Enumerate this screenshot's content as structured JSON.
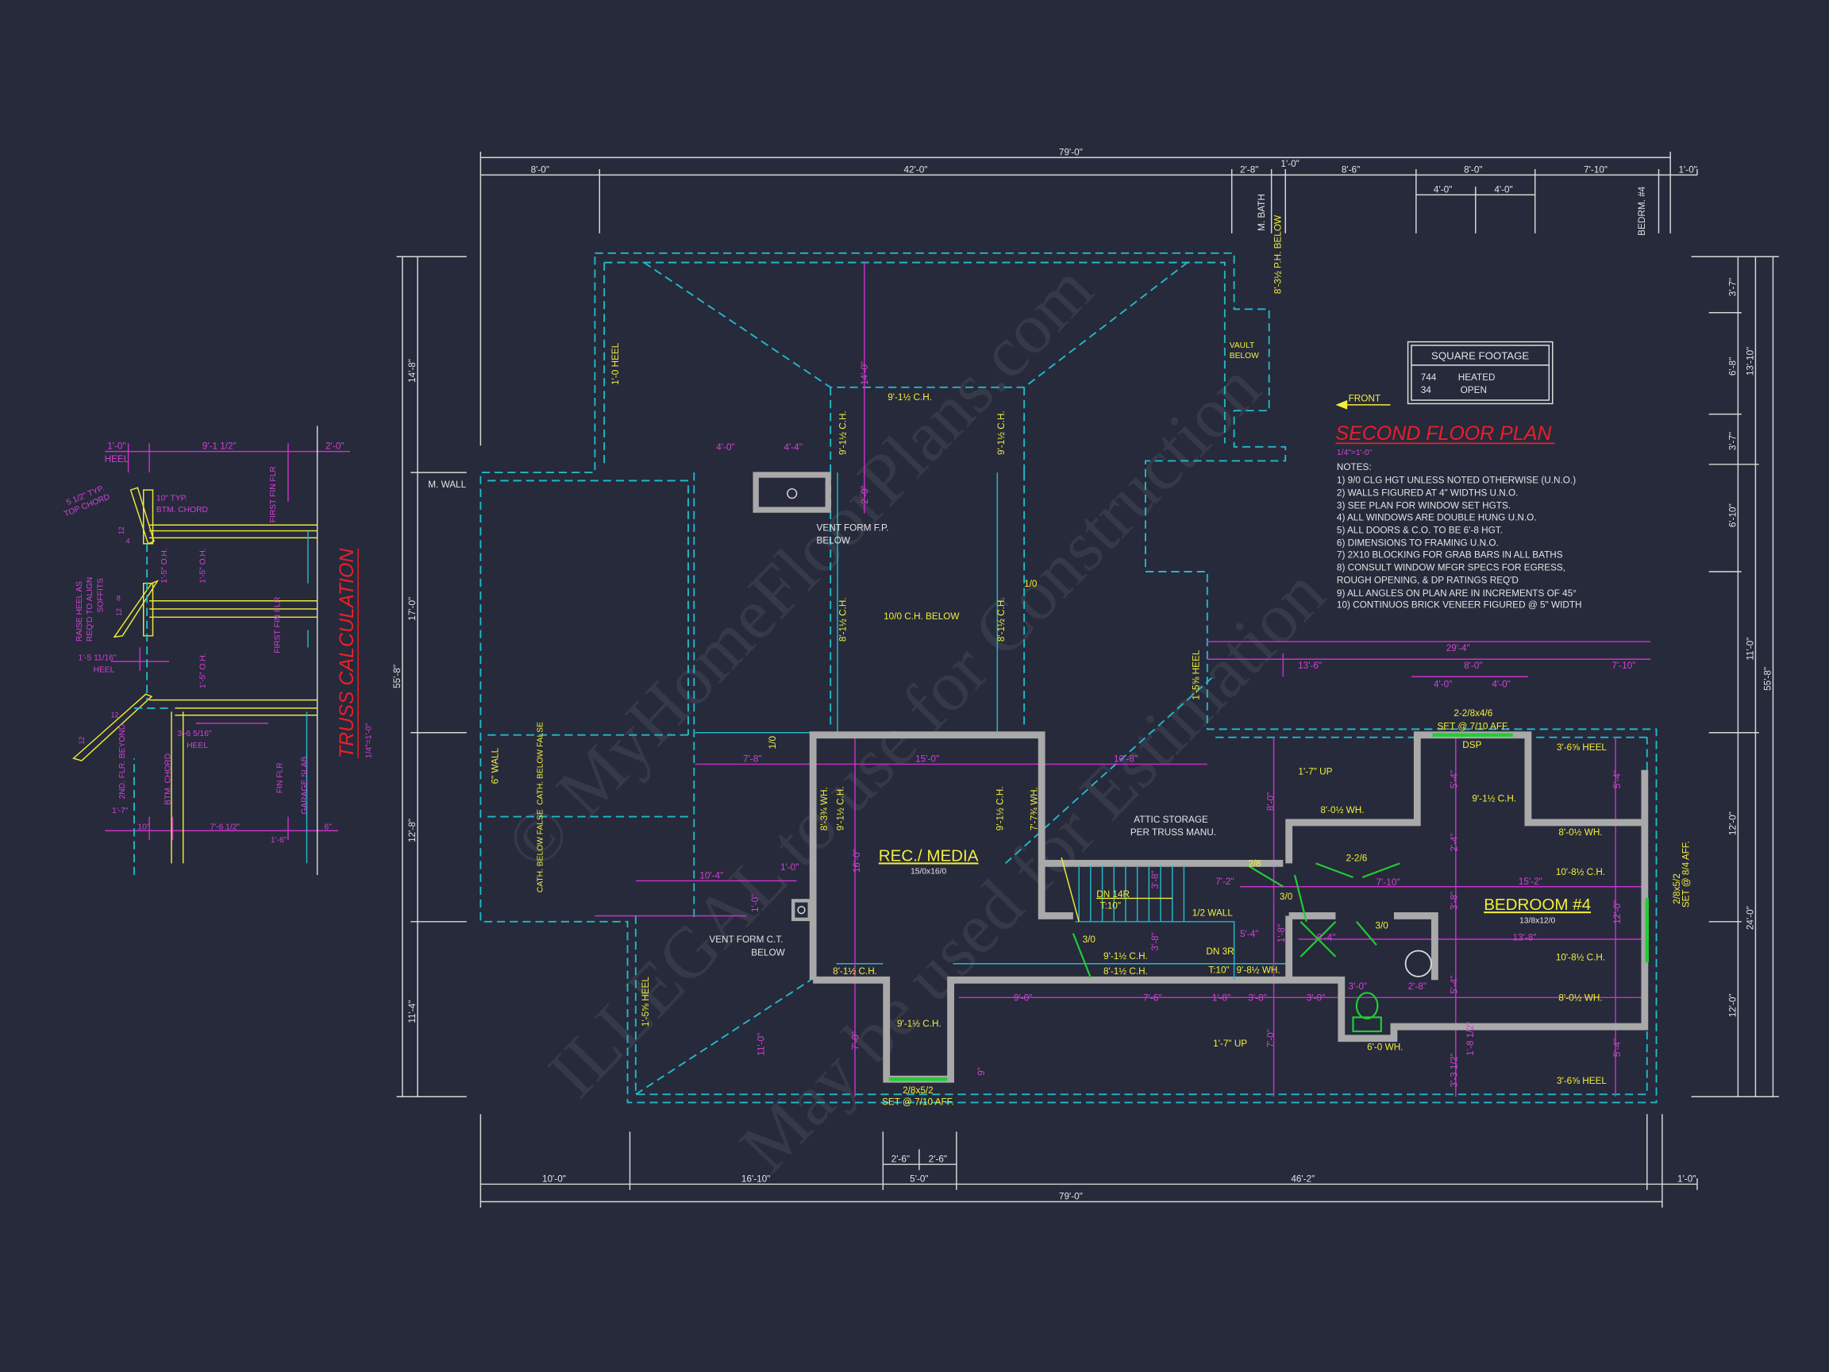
{
  "colors": {
    "background": "#262a3b",
    "roof_lines": "#22b8c8",
    "walls": "#a9a9a9",
    "labels": "#f2ee3c",
    "dimensions": "#d93fd9",
    "title": "#e8202a",
    "windows": "#22cc33"
  },
  "title": {
    "text": "SECOND FLOOR PLAN",
    "scale": "1/4\"=1'-0\""
  },
  "front_label": "FRONT",
  "square_footage": {
    "header": "SQUARE FOOTAGE",
    "rows": [
      {
        "value": "744",
        "label": "HEATED"
      },
      {
        "value": "34",
        "label": "OPEN"
      }
    ]
  },
  "notes": {
    "header": "NOTES:",
    "items": [
      "1)  9/0 CLG HGT UNLESS NOTED OTHERWISE (U.N.O.)",
      "2)  WALLS FIGURED AT 4\" WIDTHS U.N.O.",
      "3)  SEE PLAN FOR WINDOW SET HGTS.",
      "4)  ALL WINDOWS ARE DOUBLE HUNG U.N.O.",
      "5)  ALL DOORS & C.O. TO BE 6'-8 HGT.",
      "6)  DIMENSIONS TO FRAMING U.N.O.",
      "7)  2X10 BLOCKING FOR GRAB BARS IN ALL BATHS",
      "8)  CONSULT WINDOW MFGR SPECS FOR EGRESS,",
      "      ROUGH OPENING, & DP RATINGS REQ'D",
      "9)  ALL ANGLES ON PLAN ARE IN INCREMENTS OF 45°",
      "10) CONTINUOS BRICK VENEER FIGURED @ 5\" WIDTH"
    ]
  },
  "watermark": [
    "© MyHomeFloorPlans.com",
    "ILLEGAL to use for Construction",
    "May be used for Estimation"
  ],
  "dims_top": {
    "overall": "79'-0\"",
    "segments": [
      "8'-0\"",
      "42'-0\"",
      "2'-8\"",
      "1'-0\"",
      "8'-6\"",
      "8'-0\"",
      "7'-10\"",
      "1'-0\""
    ],
    "sub": [
      "4'-0\"",
      "4'-0\""
    ],
    "m_bath": "M. BATH",
    "bedrm4": "BEDRM. #4"
  },
  "dims_bottom": {
    "overall": "79'-0\"",
    "segments": [
      "10'-0\"",
      "16'-10\"",
      "5'-0\"",
      "46'-2\"",
      "1'-0\""
    ],
    "sub": [
      "2'-6\"",
      "2'-6\""
    ]
  },
  "dims_left": {
    "overall": "55'-8\"",
    "segments": [
      "14'-8\"",
      "17'-0\"",
      "12'-8\"",
      "11'-4\""
    ],
    "m_wall": "M. WALL"
  },
  "dims_right": {
    "overall": "55'-8\"",
    "mid": [
      "13'-10\"",
      "11'-0\"",
      "24'-0\""
    ],
    "inner": [
      "3'-7\"",
      "6'-8\"",
      "3'-7\"",
      "6'-10\"",
      "12'-0\"",
      "12'-0\""
    ]
  },
  "rooms": {
    "rec": {
      "name": "REC./ MEDIA",
      "size": "15/0x16/0"
    },
    "bed4": {
      "name": "BEDROOM #4",
      "size": "13/8x12/0"
    }
  },
  "ann": {
    "heel_1_0": "1'-0 HEEL",
    "d14_0": "14'-0\"",
    "ch_top": "9'-1½ C.H.",
    "ch_v1": "9'-1½ C.H.",
    "ch_v2": "9'-1½ C.H.",
    "d4_0": "4'-0\"",
    "d4_4": "4'-4\"",
    "d2_0": "2'-0\"",
    "vent_fp": "VENT FORM F.P.",
    "vent_fp_below": "BELOW",
    "ch_below": "10/0 C.H. BELOW",
    "ch_v3": "8'-1½ C.H.",
    "ch_v4": "8'-1½ C.H.",
    "slope1": "1/0",
    "slope2": "1/0",
    "ph_below": "8'-3½ P.H. BELOW",
    "vault": "VAULT",
    "vault_below": "BELOW",
    "heel_15a": "1'-5⅝ HEEL",
    "heel_15b": "1'-5⅝ HEEL",
    "wall6": "6\" WALL",
    "cath1": "CATH. BELOW FALSE",
    "cath2": "CATH. BELOW FALSE",
    "d7_8": "7'-8\"",
    "d15_0": "15'-0\"",
    "d10_8": "10'-8\"",
    "d10_4": "10'-4\"",
    "d1_0a": "1'-0\"",
    "d1_0b": "1'-0\"",
    "vent_ct": "VENT FORM C.T.",
    "vent_ct_below": "BELOW",
    "d11_0": "11'-0\"",
    "wh_833": "8'-3¾ WH.",
    "ch_rec_l": "9'-1½ C.H.",
    "d16_0": "16'-0\"",
    "ch_rec_r": "9'-1½ C.H.",
    "wh_777": "7'-7¾ WH.",
    "attic1": "ATTIC STORAGE",
    "attic2": "PER TRUSS MANU.",
    "ch_81a": "8'-1½ C.H.",
    "ch_91b": "9'-1½ C.H.",
    "d7_0a": "7'-0\"",
    "win_rec1": "2/8x5/2",
    "win_rec2": "SET @ 7/10 AFF.",
    "d9in": "9\"",
    "dn14": "DN 14R",
    "t10a": "T:10\"",
    "d3_8a": "3'-8\"",
    "d3_8b": "3'-8\"",
    "half_wall": "1/2 WALL",
    "door30a": "3/0",
    "ch_hall1": "9'-1½ C.H.",
    "ch_hall2": "8'-1½ C.H.",
    "dn3": "DN 3R",
    "t10b": "T:10\"",
    "wh_981": "9'-8½ WH.",
    "d7_2": "7'-2\"",
    "d5_4a": "5'-4\"",
    "d9_0": "9'-0\"",
    "d7_6": "7'-6\"",
    "d1_8a": "1'-8\"",
    "d3_8c": "3'-8\"",
    "d3_0a": "3'-0\"",
    "up1": "1'-7\" UP",
    "up2": "1'-7\" UP",
    "d8_0v": "8'-0\"",
    "d7_0v": "7'-0\"",
    "d1_8v": "1'-8\"",
    "door28": "2/8",
    "door226": "2-2/6",
    "door30b": "3/0",
    "door30c": "3/0",
    "wh_801a": "8'-0½ WH.",
    "d7_10a": "7'-10\"",
    "d9_4": "9'-4\"",
    "wh_60": "6'-0 WH.",
    "d3_0b": "3'-0\"",
    "d2_8": "2'-8\"",
    "d29_4": "29'-4\"",
    "d13_6": "13'-6\"",
    "d8_0": "8'-0\"",
    "d7_10b": "7'-10\"",
    "d4_0b": "4'-0\"",
    "d4_0c": "4'-0\"",
    "win_bed1": "2-2/8x4/6",
    "win_bed2": "SET @ 7/10 AFF.",
    "dsp": "DSP",
    "heel_36a": "3'-6⅝ HEEL",
    "ch_bed_top": "9'-1½ C.H.",
    "wh_801b": "8'-0½ WH.",
    "ch_1081a": "10'-8½ C.H.",
    "d15_2": "15'-2\"",
    "d13_8": "13'-8\"",
    "ch_1081b": "10'-8½ C.H.",
    "wh_801c": "8'-0½ WH.",
    "heel_36b": "3'-6⅝ HEEL",
    "v5_4a": "5'-4\"",
    "v2_4": "2'-4\"",
    "v3_8": "3'-8\"",
    "v5_4b": "5'-4\"",
    "v3_3": "3'-3 1/2\"",
    "v1_8": "1'-8 1/2\"",
    "r5_4a": "5'-4\"",
    "r12_0": "12'-0\"",
    "r5_4b": "5'-4\"",
    "win_side1": "2/8x5/2",
    "win_side2": "SET @ 8/4 AFF."
  },
  "truss": {
    "title": "TRUSS CALCULATION",
    "scale": "1/4\"=1'-0\"",
    "d_top": [
      "1'-0\"",
      "9'-1 1/2\"",
      "2'-0\""
    ],
    "heel": "HEEL",
    "top_chord1": "5 1/2\" TYP.",
    "top_chord2": "TOP CHORD",
    "btm_chord1": "10\" TYP.",
    "btm_chord2": "BTM. CHORD",
    "first_fin1": "FIRST FIN FLR",
    "first_fin2": "FIRST FIN FLR",
    "raise1": "RAISE HEEL AS",
    "raise2": "REQ'D TO ALIGN",
    "raise3": "SOFFITS",
    "oh1": "1'-5\" O.H.",
    "oh2": "1'-5\" O.H.",
    "oh3": "1'-5\" O.H.",
    "heel2": "1'-5 11/16\"",
    "heel3": "3'-6 5/16\"",
    "beyond": "2ND. FLR. BEYOND",
    "btm_chord": "BTM. CHORD",
    "fin_flr": "FIN FLR",
    "garage": "GARAGE SLAB",
    "d_bot": [
      "1'-7\"",
      "10\"",
      "7'-6 1/2\"",
      "1'-6\"",
      "6\""
    ],
    "pitch": [
      "12",
      "4",
      "12",
      "8",
      "12",
      "12"
    ]
  }
}
